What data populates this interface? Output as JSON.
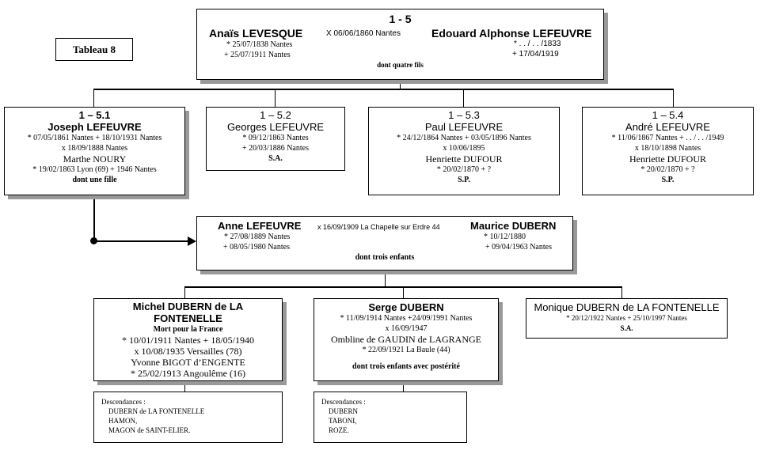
{
  "label": "Tableau 8",
  "root": {
    "ref": "1 - 5",
    "wife": "Anaïs LEVESQUE",
    "wife_birth": "* 25/07/1838 Nantes",
    "wife_death": "+ 25/07/1911 Nantes",
    "marriage": "X 06/06/1860 Nantes",
    "husband": "Edouard Alphonse LEFEUVRE",
    "husband_birth": "* . . / . . /1833",
    "husband_death": "+ 17/04/1919",
    "note": "dont quatre fils"
  },
  "children": [
    {
      "ref": "1 – 5.1",
      "name": "Joseph LEFEUVRE",
      "dates": "* 07/05/1861 Nantes + 18/10/1931 Nantes",
      "marriage": "x 18/09/1888 Nantes",
      "spouse": "Marthe NOURY",
      "spouse_dates": "* 19/02/1863 Lyon (69)  + 1946 Nantes",
      "note": "dont une fille"
    },
    {
      "ref": "1 – 5.2",
      "name": "Georges LEFEUVRE",
      "dates": "* 09/12/1863 Nantes",
      "death": "+ 20/03/1886 Nantes",
      "note": "S.A."
    },
    {
      "ref": "1 – 5.3",
      "name": "Paul LEFEUVRE",
      "dates": "* 24/12/1864 Nantes + 03/05/1896 Nantes",
      "marriage": "x 10/06/1895",
      "spouse": "Henriette DUFOUR",
      "spouse_dates": "* 20/02/1870 + ?",
      "note": "S.P."
    },
    {
      "ref": "1 – 5.4",
      "name": "André LEFEUVRE",
      "dates": "* 11/06/1867 Nantes + . . / . . /1949",
      "marriage": "x 18/10/1898 Nantes",
      "spouse": "Henriette DUFOUR",
      "spouse_dates": "* 20/02/1870 + ?",
      "note": "S.P."
    }
  ],
  "couple": {
    "wife": "Anne LEFEUVRE",
    "wife_birth": "* 27/08/1889 Nantes",
    "wife_death": "+ 08/05/1980 Nantes",
    "marriage": "x 16/09/1909 La Chapelle sur Erdre 44",
    "husband": "Maurice DUBERN",
    "husband_birth": "* 10/12/1880",
    "husband_death": "+ 09/04/1963 Nantes",
    "note": "dont trois enfants"
  },
  "grandchildren": [
    {
      "name1": "Michel DUBERN de LA",
      "name2": "FONTENELLE",
      "honor": "Mort pour la France",
      "dates": "* 10/01/1911 Nantes + 18/05/1940",
      "marriage": "x 10/08/1935 Versailles (78)",
      "spouse": "Yvonne BIGOT d’ENGENTE",
      "spouse_dates": "* 25/02/1913 Angoulême (16)"
    },
    {
      "name": "Serge DUBERN",
      "dates": "* 11/09/1914 Nantes +24/09/1991 Nantes",
      "marriage": "x 16/09/1947",
      "spouse": "Ombline de GAUDIN de LAGRANGE",
      "spouse_dates": "* 22/09/1921 La Baule (44)",
      "note": "dont trois enfants avec postérité"
    },
    {
      "name": "Monique DUBERN de LA FONTENELLE",
      "dates": "* 20/12/1922 Nantes + 25/10/1997 Nantes",
      "note": "S.A."
    }
  ],
  "descendants": [
    {
      "title": "Descendances :",
      "items": [
        "DUBERN de LA FONTENELLE",
        "HAMON,",
        "MAGON de SAINT-ELIER."
      ]
    },
    {
      "title": "Descendances :",
      "items": [
        "DUBERN",
        "TABONI,",
        "ROZE."
      ]
    }
  ]
}
